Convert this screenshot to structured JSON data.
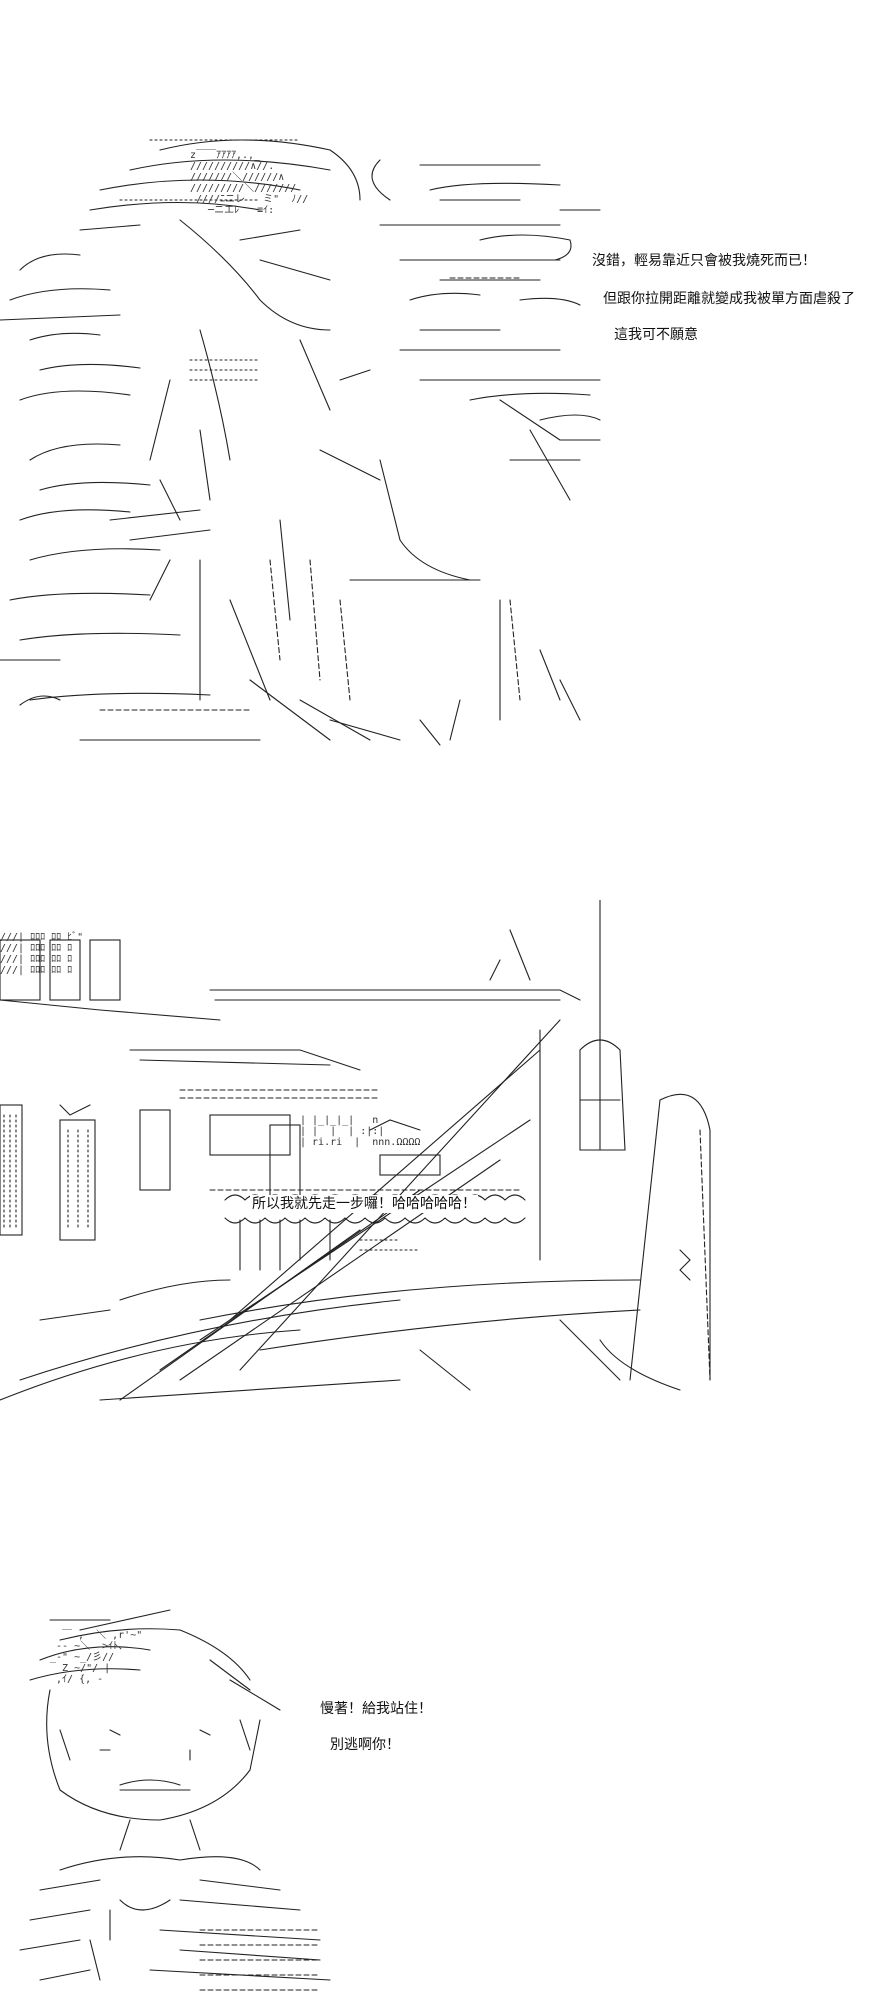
{
  "panels": [
    {
      "lines": [
        "沒錯，輕易靠近只會被我燒死而已！",
        "但跟你拉開距離就變成我被單方面虐殺了",
        "這我可不願意"
      ]
    },
    {
      "lines": [
        "所以我就先走一步囉！哈哈哈哈哈！"
      ]
    },
    {
      "lines": [
        "慢著！給我站住！",
        "別逃啊你！"
      ]
    }
  ]
}
